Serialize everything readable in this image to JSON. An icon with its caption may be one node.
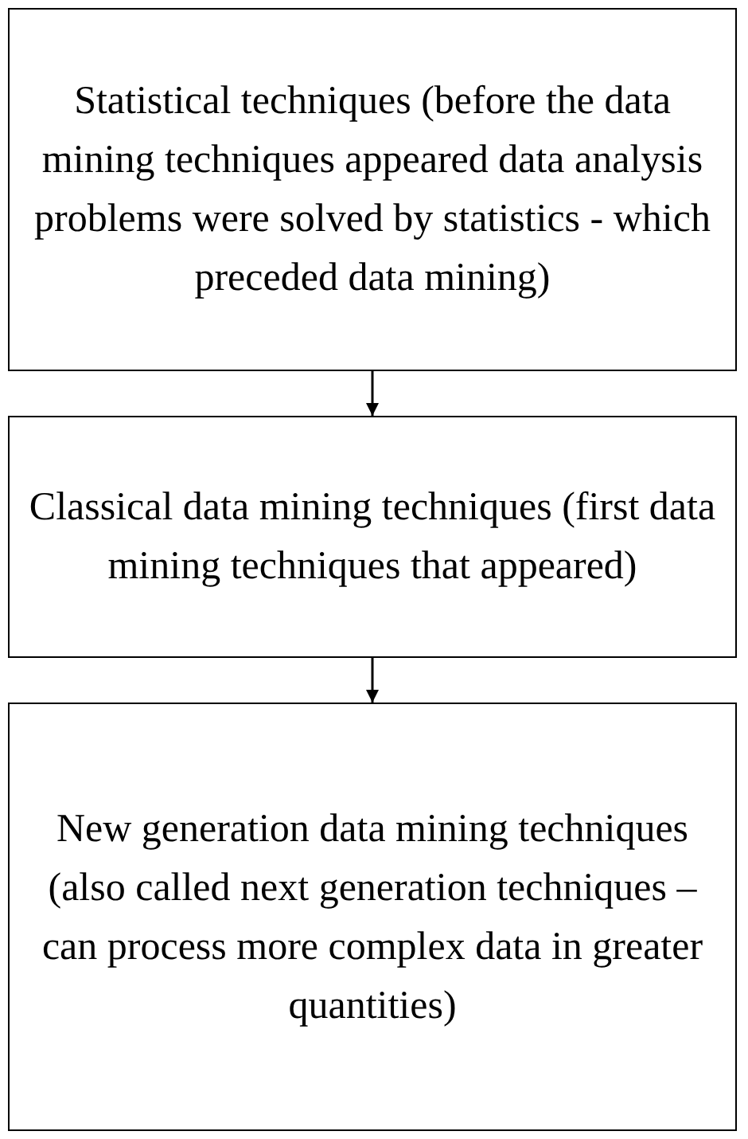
{
  "diagram": {
    "nodes": [
      {
        "text": [
          "Statistical techniques (before the data mining techniques appeared data analysis problems were solved by statistics - which preceded data mining)"
        ]
      },
      {
        "text": [
          "Classical data mining techniques (first data mining techniques that appeared)"
        ]
      },
      {
        "text": [
          "New generation data mining techniques (also called next generation techniques – can process more complex data in greater quantities)"
        ]
      }
    ],
    "edges": [
      {
        "from": 0,
        "to": 1,
        "arrow": "to"
      },
      {
        "from": 1,
        "to": 2,
        "arrow": "to"
      }
    ]
  }
}
